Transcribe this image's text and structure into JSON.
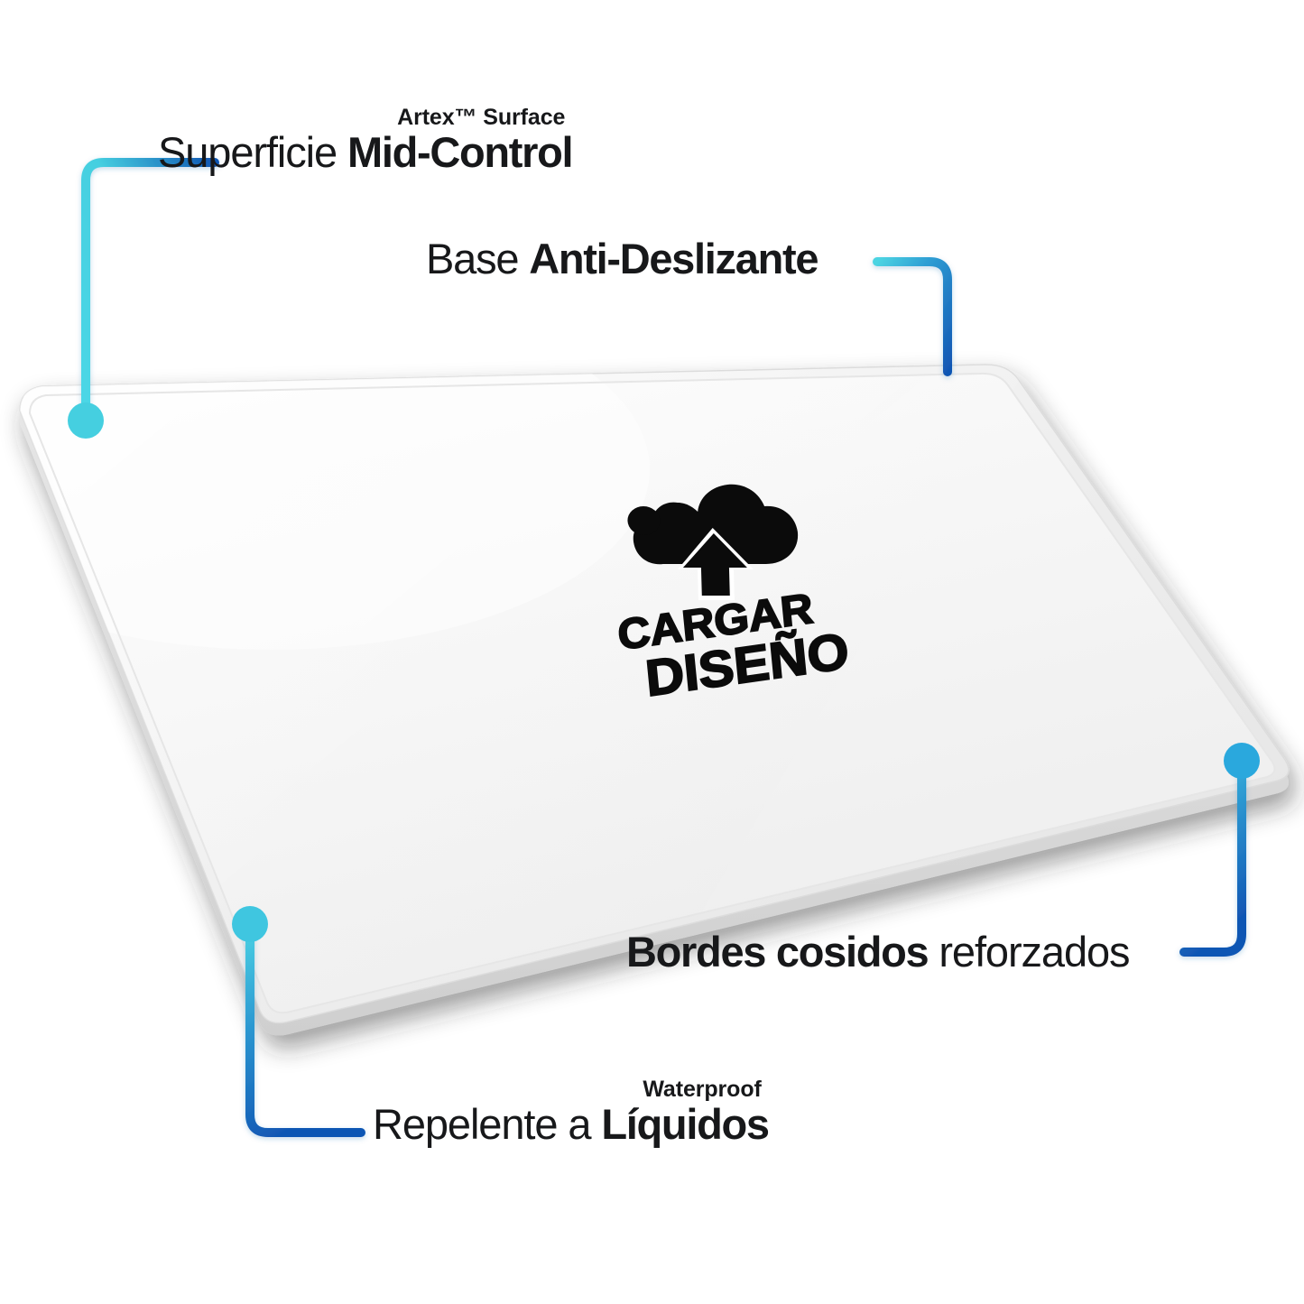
{
  "product": {
    "type": "desk-mat-feature-infographic",
    "background_color": "#ffffff"
  },
  "mat": {
    "surface_color": "#f7f7f7",
    "edge_color": "#e2e2e2",
    "shadow_color": "#3a3a3a",
    "print": {
      "logo_icon": "cloud-upload-icon",
      "wordmark_line1": "CARGAR",
      "wordmark_line2": "DISEÑO",
      "ink_color": "#0b0b0b"
    }
  },
  "callouts": [
    {
      "id": "surface",
      "kicker": "Artex™ Surface",
      "lead": "Superficie ",
      "strong": "Mid-Control",
      "dot_color": "#45cfe0",
      "line_start_color": "#45cfe0",
      "line_end_color": "#1157b4"
    },
    {
      "id": "nonslip",
      "kicker": "",
      "lead": "Base ",
      "strong": "Anti-Deslizante",
      "dot_color": "",
      "line_start_color": "#4cd4e2",
      "line_end_color": "#1157b4"
    },
    {
      "id": "edges",
      "kicker": "",
      "lead_strong": "Bordes cosidos",
      "trail": " reforzados",
      "dot_color": "#2aa8dd",
      "line_start_color": "#2aa8dd",
      "line_end_color": "#1157b4"
    },
    {
      "id": "waterproof",
      "kicker": "Waterproof",
      "lead": "Repelente a ",
      "strong": "Líquidos",
      "dot_color": "#3fc6e0",
      "line_start_color": "#3fc6e0",
      "line_end_color": "#1157b4"
    }
  ],
  "colors": {
    "accent_cyan": "#45cfe0",
    "accent_blue": "#1157b4",
    "text": "#17181a"
  }
}
